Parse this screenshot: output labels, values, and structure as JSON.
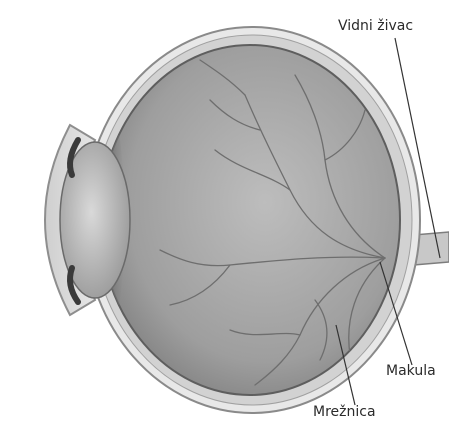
{
  "diagram": {
    "labels": {
      "optic_nerve": "Vidni živac",
      "macula": "Makula",
      "retina": "Mrežnica"
    }
  }
}
